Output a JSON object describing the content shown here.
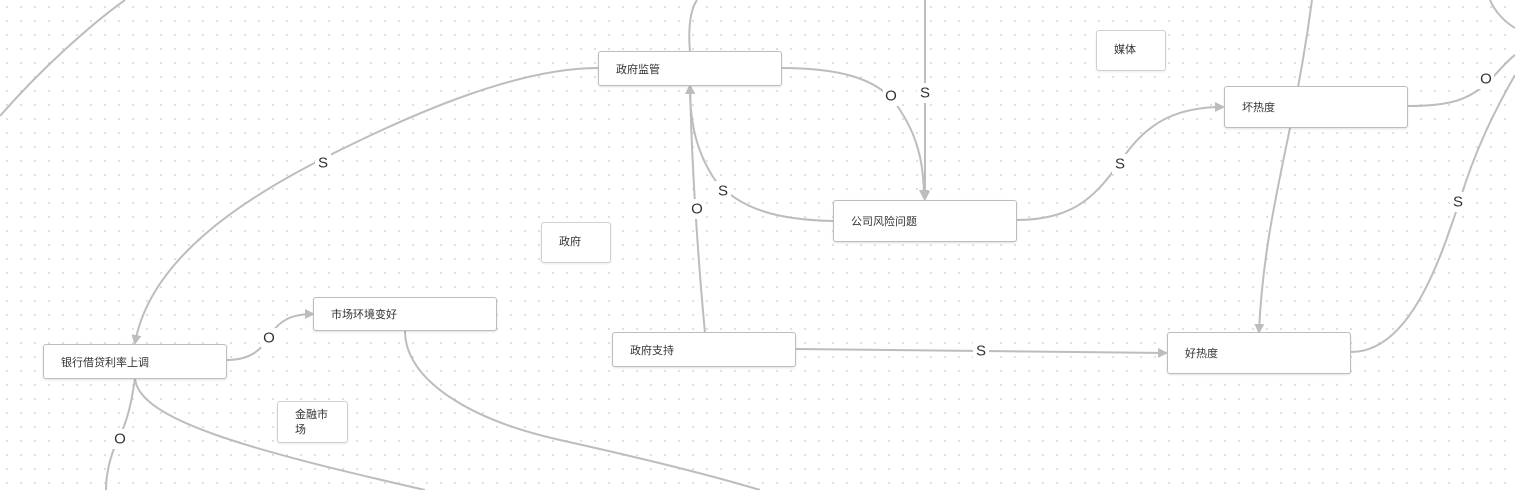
{
  "nodes": {
    "gov_regulation": "政府监管",
    "company_risk": "公司风险问题",
    "bad_heat": "坏热度",
    "good_heat": "好热度",
    "gov_support": "政府支持",
    "market_better": "市场环境变好",
    "bank_rate_up": "银行借贷利率上调"
  },
  "groups": {
    "media": "媒体",
    "government": "政府",
    "finance_market": "金融市场"
  },
  "edge_labels": {
    "s": "S",
    "o": "O"
  },
  "colors": {
    "edge": "#bdbdbd",
    "node_border": "#bdbdbd",
    "text": "#333333"
  }
}
